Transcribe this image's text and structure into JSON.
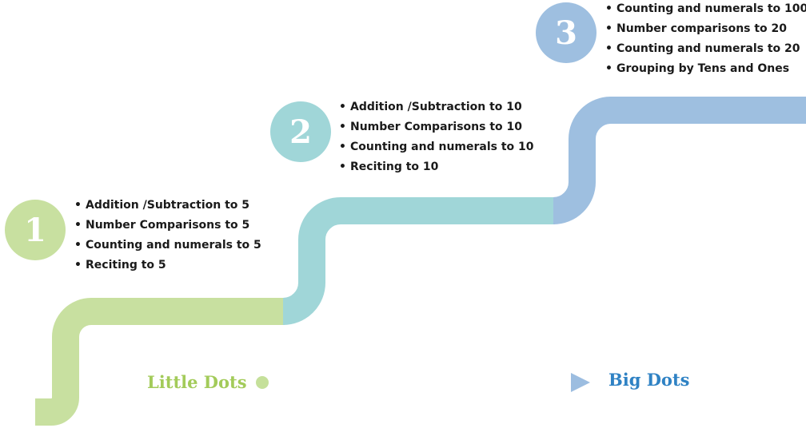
{
  "levels": [
    {
      "number": "1",
      "color": "#c8e0a0",
      "items": [
        "Addition /Subtraction to 5",
        "Number Comparisons to 5",
        "Counting and numerals to 5",
        "Reciting to 5"
      ]
    },
    {
      "number": "2",
      "color": "#a0d6d8",
      "items": [
        "Addition /Subtraction to 10",
        "Number Comparisons to 10",
        "Counting and numerals to 10",
        "Reciting to 10"
      ]
    },
    {
      "number": "3",
      "color": "#9ebfe0",
      "items": [
        "Counting and numerals to 100",
        "Number comparisons to 20",
        "Counting and numerals to 20",
        "Grouping by Tens and Ones"
      ]
    }
  ],
  "scale": {
    "start_label": "Little Dots",
    "end_label": "Big Dots",
    "start_color": "#a3cb5a",
    "end_color": "#2f82c4"
  }
}
